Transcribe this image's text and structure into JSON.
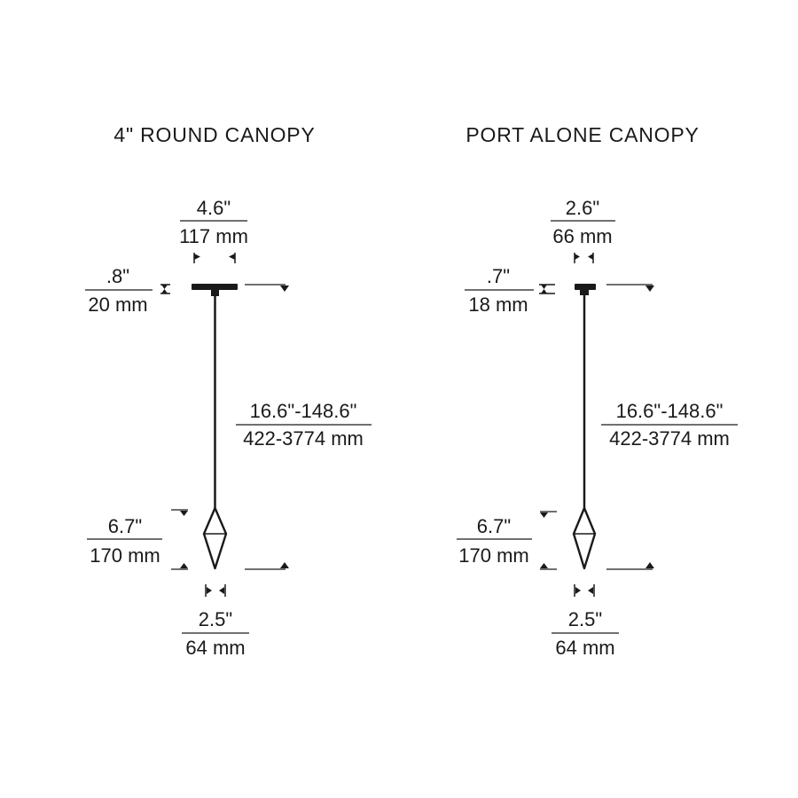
{
  "diagrams": [
    {
      "title": "4\" ROUND CANOPY",
      "canopy_width": {
        "in": "4.6\"",
        "mm": "117 mm"
      },
      "canopy_height": {
        "in": ".8\"",
        "mm": "20 mm"
      },
      "overall_length": {
        "in": "16.6\"-148.6\"",
        "mm": "422-3774 mm"
      },
      "pendant_height": {
        "in": "6.7\"",
        "mm": "170 mm"
      },
      "pendant_width": {
        "in": "2.5\"",
        "mm": "64 mm"
      }
    },
    {
      "title": "PORT ALONE CANOPY",
      "canopy_width": {
        "in": "2.6\"",
        "mm": "66 mm"
      },
      "canopy_height": {
        "in": ".7\"",
        "mm": "18 mm"
      },
      "overall_length": {
        "in": "16.6\"-148.6\"",
        "mm": "422-3774 mm"
      },
      "pendant_height": {
        "in": "6.7\"",
        "mm": "170 mm"
      },
      "pendant_width": {
        "in": "2.5\"",
        "mm": "64 mm"
      }
    }
  ],
  "colors": {
    "ink": "#1a1a1a",
    "background": "#ffffff"
  }
}
